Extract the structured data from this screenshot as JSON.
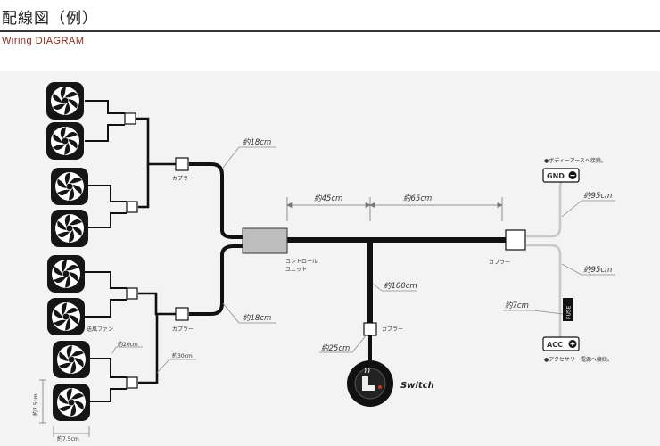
{
  "header": {
    "title": "配線図（例）",
    "subtitle": "Wiring DIAGRAM"
  },
  "labels": {
    "len_18_top": "約18cm",
    "len_18_bottom": "約18cm",
    "len_45": "約45cm",
    "len_65": "約65cm",
    "len_95_gnd": "約95cm",
    "len_95_acc": "約95cm",
    "len_100": "約100cm",
    "len_25": "約25cm",
    "len_7": "約7cm",
    "len_20": "約20cm",
    "len_30": "約30cm",
    "coupler_top": "カプラー",
    "coupler_bottom": "カプラー",
    "coupler_right": "カプラー",
    "coupler_switch": "カプラー",
    "control_unit_line1": "コントロール",
    "control_unit_line2": "ユニット",
    "fan_label": "送風ファン",
    "gnd_note": "●ボディーアースへ接続。",
    "acc_note": "●アクセサリー電源へ接続。",
    "gnd": "GND",
    "acc": "ACC",
    "fuse": "FUSE",
    "switch": "Switch",
    "dim_height": "約7.5cm",
    "dim_width": "約7.5cm"
  },
  "colors": {
    "wire": "#111111",
    "gray_wire": "#c8c8c8",
    "leader": "#8c8c8c",
    "unit_fill": "#bdbdbd",
    "subtitle": "#8a2a1a",
    "panel": "#f3f3f3"
  }
}
